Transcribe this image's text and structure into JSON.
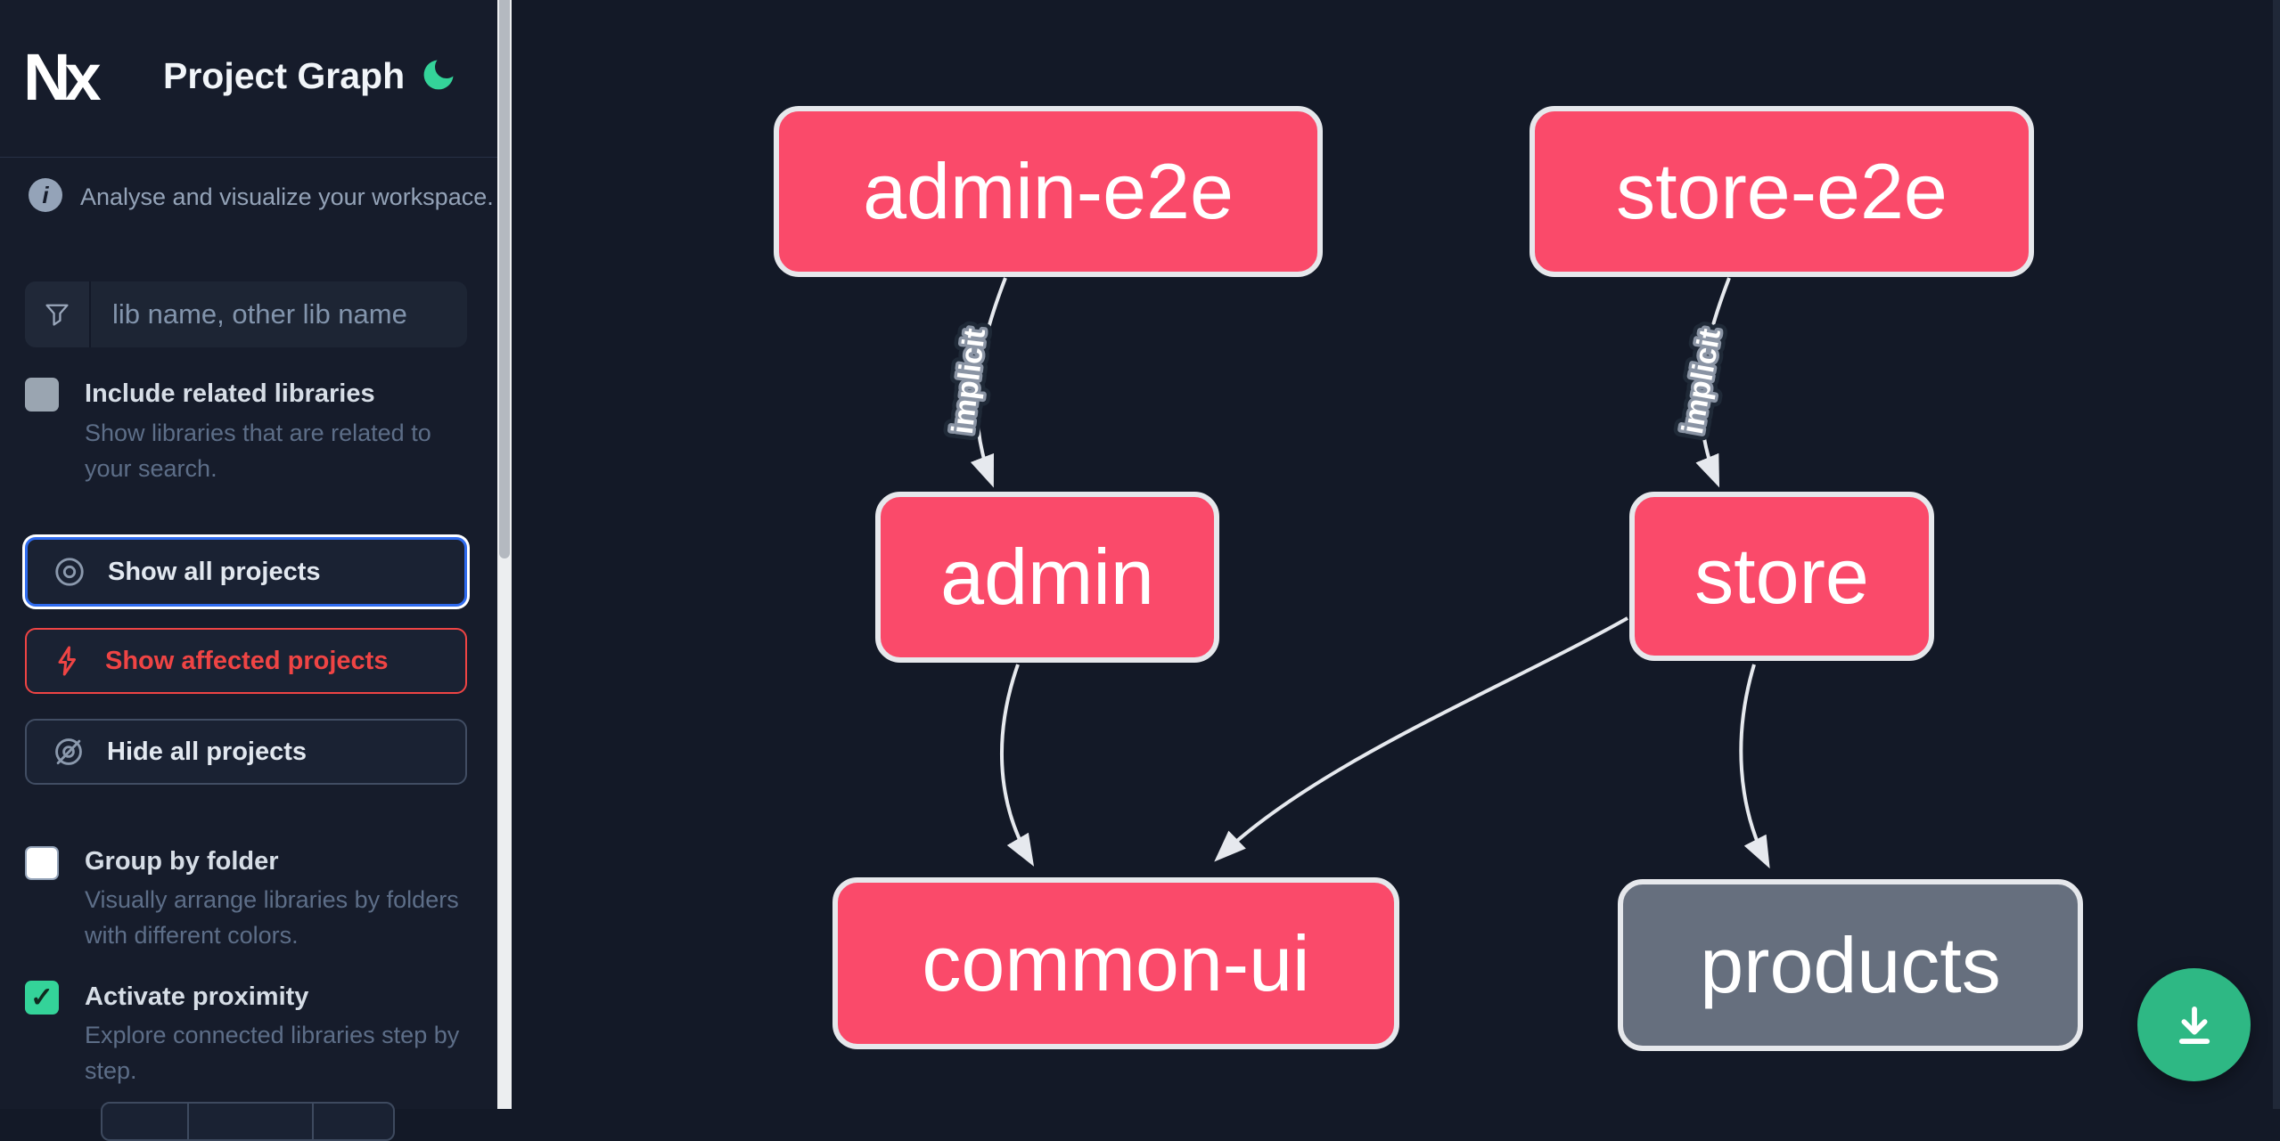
{
  "app": {
    "logo_text": "Nx",
    "title": "Project Graph"
  },
  "sidebar": {
    "tagline": "Analyse and visualize your workspace.",
    "search_placeholder": "lib name, other lib name",
    "filters": [
      {
        "label": "Include related libraries",
        "description": "Show libraries that are related to your search.",
        "checked": false
      },
      {
        "label": "Group by folder",
        "description": "Visually arrange libraries by folders with different colors.",
        "checked": false
      },
      {
        "label": "Activate proximity",
        "description": "Explore connected libraries step by step.",
        "checked": true
      }
    ],
    "buttons": [
      {
        "label": "Show all projects",
        "icon": "eye-icon",
        "state": "focused"
      },
      {
        "label": "Show affected projects",
        "icon": "bolt-icon",
        "state": "affected"
      },
      {
        "label": "Hide all projects",
        "icon": "eye-off-icon",
        "state": "default"
      }
    ]
  },
  "graph": {
    "nodes": [
      {
        "id": "admin-e2e",
        "label": "admin-e2e",
        "kind": "affected"
      },
      {
        "id": "store-e2e",
        "label": "store-e2e",
        "kind": "affected"
      },
      {
        "id": "admin",
        "label": "admin",
        "kind": "affected"
      },
      {
        "id": "store",
        "label": "store",
        "kind": "affected"
      },
      {
        "id": "common-ui",
        "label": "common-ui",
        "kind": "affected"
      },
      {
        "id": "products",
        "label": "products",
        "kind": "normal"
      }
    ],
    "edges": [
      {
        "from": "admin-e2e",
        "to": "admin",
        "label": "implicit"
      },
      {
        "from": "store-e2e",
        "to": "store",
        "label": "implicit"
      },
      {
        "from": "admin",
        "to": "common-ui",
        "label": ""
      },
      {
        "from": "store",
        "to": "common-ui",
        "label": ""
      },
      {
        "from": "store",
        "to": "products",
        "label": ""
      }
    ]
  },
  "fab": {
    "icon": "download-icon"
  },
  "colors": {
    "node_affected": "#fa4a6a",
    "node_normal": "#666f7e",
    "edge": "#e6e9ee",
    "focus_blue": "#2f6bef",
    "affected_red": "#ef4444",
    "accent_green": "#34d399",
    "fab_green": "#2eb884"
  }
}
